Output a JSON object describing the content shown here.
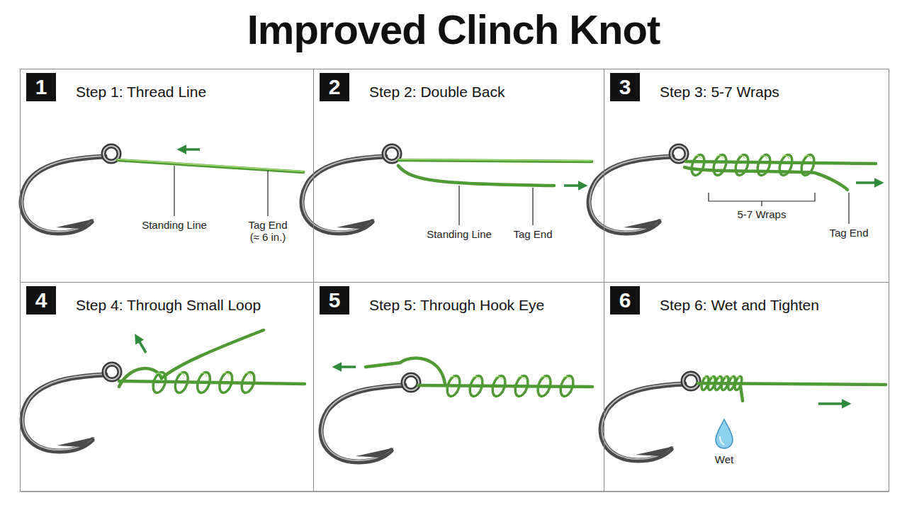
{
  "diagram": {
    "title": "Improved Clinch Knot",
    "nodes": [
      {
        "text": [
          "Step 1: Thread Line"
        ]
      },
      {
        "text": [
          "1"
        ],
        "in": 0
      },
      {
        "text": [
          "Step 2: Double Back"
        ]
      },
      {
        "text": [
          "2"
        ],
        "in": 2
      },
      {
        "text": [
          "Step 3: 5-7 Wraps"
        ]
      },
      {
        "text": [
          "3"
        ],
        "in": 4
      },
      {
        "text": [
          "Step 4: Through Small Loop"
        ]
      },
      {
        "text": [
          "4"
        ],
        "in": 6
      },
      {
        "text": [
          "Step 5: Through Hook Eye"
        ]
      },
      {
        "text": [
          "5"
        ],
        "in": 8
      },
      {
        "text": [
          "Step 6: Wet and Tighten"
        ]
      },
      {
        "text": [
          "6"
        ],
        "in": 10
      }
    ],
    "labels": [
      "Standing Line",
      "Tag End (≈ 6 in.)",
      "Standing Line",
      "Tag End",
      "5-7 Wraps",
      "Tag End",
      "Wet"
    ]
  }
}
